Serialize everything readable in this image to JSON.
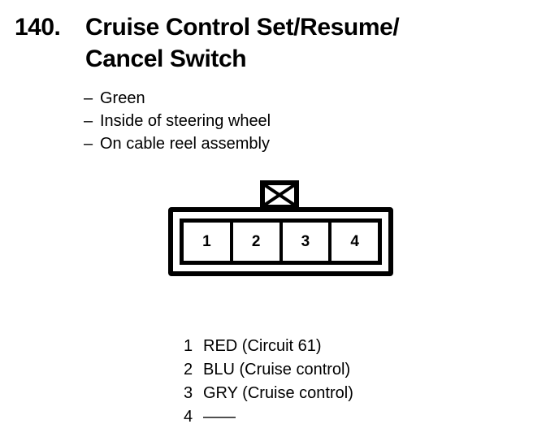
{
  "title": {
    "number": "140.",
    "line1": "Cruise Control Set/Resume/",
    "line2": "Cancel Switch"
  },
  "description": {
    "items": [
      {
        "dash": "–",
        "text": "Green"
      },
      {
        "dash": "–",
        "text": "Inside of steering wheel"
      },
      {
        "dash": "–",
        "text": "On cable reel assembly"
      }
    ]
  },
  "connector": {
    "tab_icon": "x-crossed-tab-icon",
    "pins": [
      {
        "number": "1"
      },
      {
        "number": "2"
      },
      {
        "number": "3"
      },
      {
        "number": "4"
      }
    ]
  },
  "legend": {
    "rows": [
      {
        "pin": "1",
        "label": "RED (Circuit 61)"
      },
      {
        "pin": "2",
        "label": "BLU (Cruise control)"
      },
      {
        "pin": "3",
        "label": "GRY (Cruise control)"
      },
      {
        "pin": "4",
        "label": "——"
      }
    ]
  },
  "colors": {
    "ink": "#000000",
    "page": "#ffffff"
  }
}
